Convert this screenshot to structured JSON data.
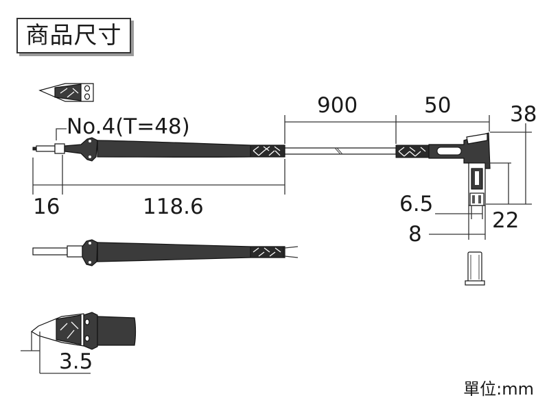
{
  "title": "商品尺寸",
  "unit_label": "單位:mm",
  "dimensions": {
    "tip_model": "No.4(T=48)",
    "tip_length": "16",
    "probe_length": "118.6",
    "cable_length": "900",
    "connector_length": "50",
    "connector_height": "38",
    "plug_diameter_inner": "6.5",
    "plug_diameter_outer": "8",
    "plug_length": "22",
    "tip_width": "3.5"
  }
}
